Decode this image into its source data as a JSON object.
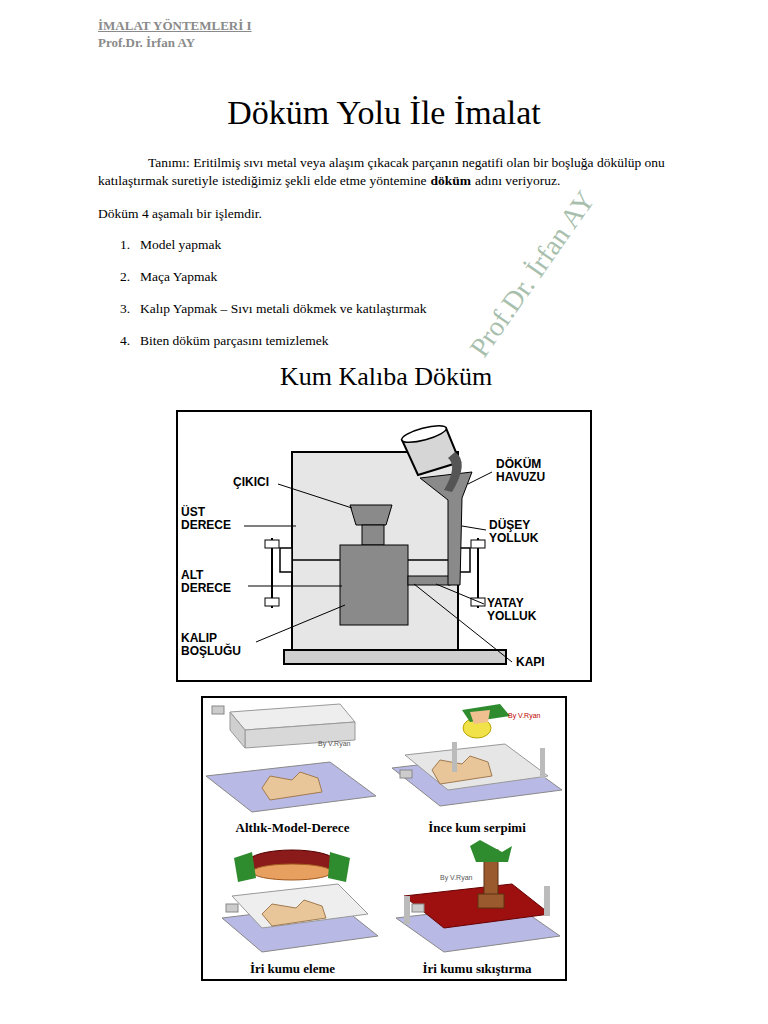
{
  "diagram": {
    "title": "Döküm Yolu İle İmalat",
    "labels": [
      "İMALAT YÖNTEMLERİ I",
      "Prof.Dr. İrfan AY",
      "Tanımı: Eritilmiş sıvı metal veya alaşım çıkacak parçanın negatifi olan bir boşluğa dökülüp onu katılaştırmak suretiyle istediğimiz şekli elde etme yöntemine",
      "döküm",
      "adını veriyoruz.",
      "Döküm 4 aşamalı bir işlemdir.",
      "1.",
      "Model yapmak",
      "2.",
      "Maça Yapmak",
      "3.",
      "Kalıp Yapmak – Sıvı metali dökmek ve katılaştırmak",
      "4.",
      "Biten döküm parçasını temizlemek",
      "Kum Kalıba Döküm",
      "ÇIKICI",
      "ÜST DERECE",
      "ALT DERECE",
      "KALIP BOŞLUĞU",
      "DÖKÜM HAVUZU",
      "DÜŞEY YOLLUK",
      "YATAY YOLLUK",
      "KAPI",
      "By V.Ryan",
      "Altlık-Model-Derece",
      "By V.Ryan",
      "İnce kum serpimi",
      "İri kumu eleme",
      "By V.Ryan",
      "İri kumu sıkıştırma",
      "Prof.Dr. İrfan AY"
    ]
  }
}
